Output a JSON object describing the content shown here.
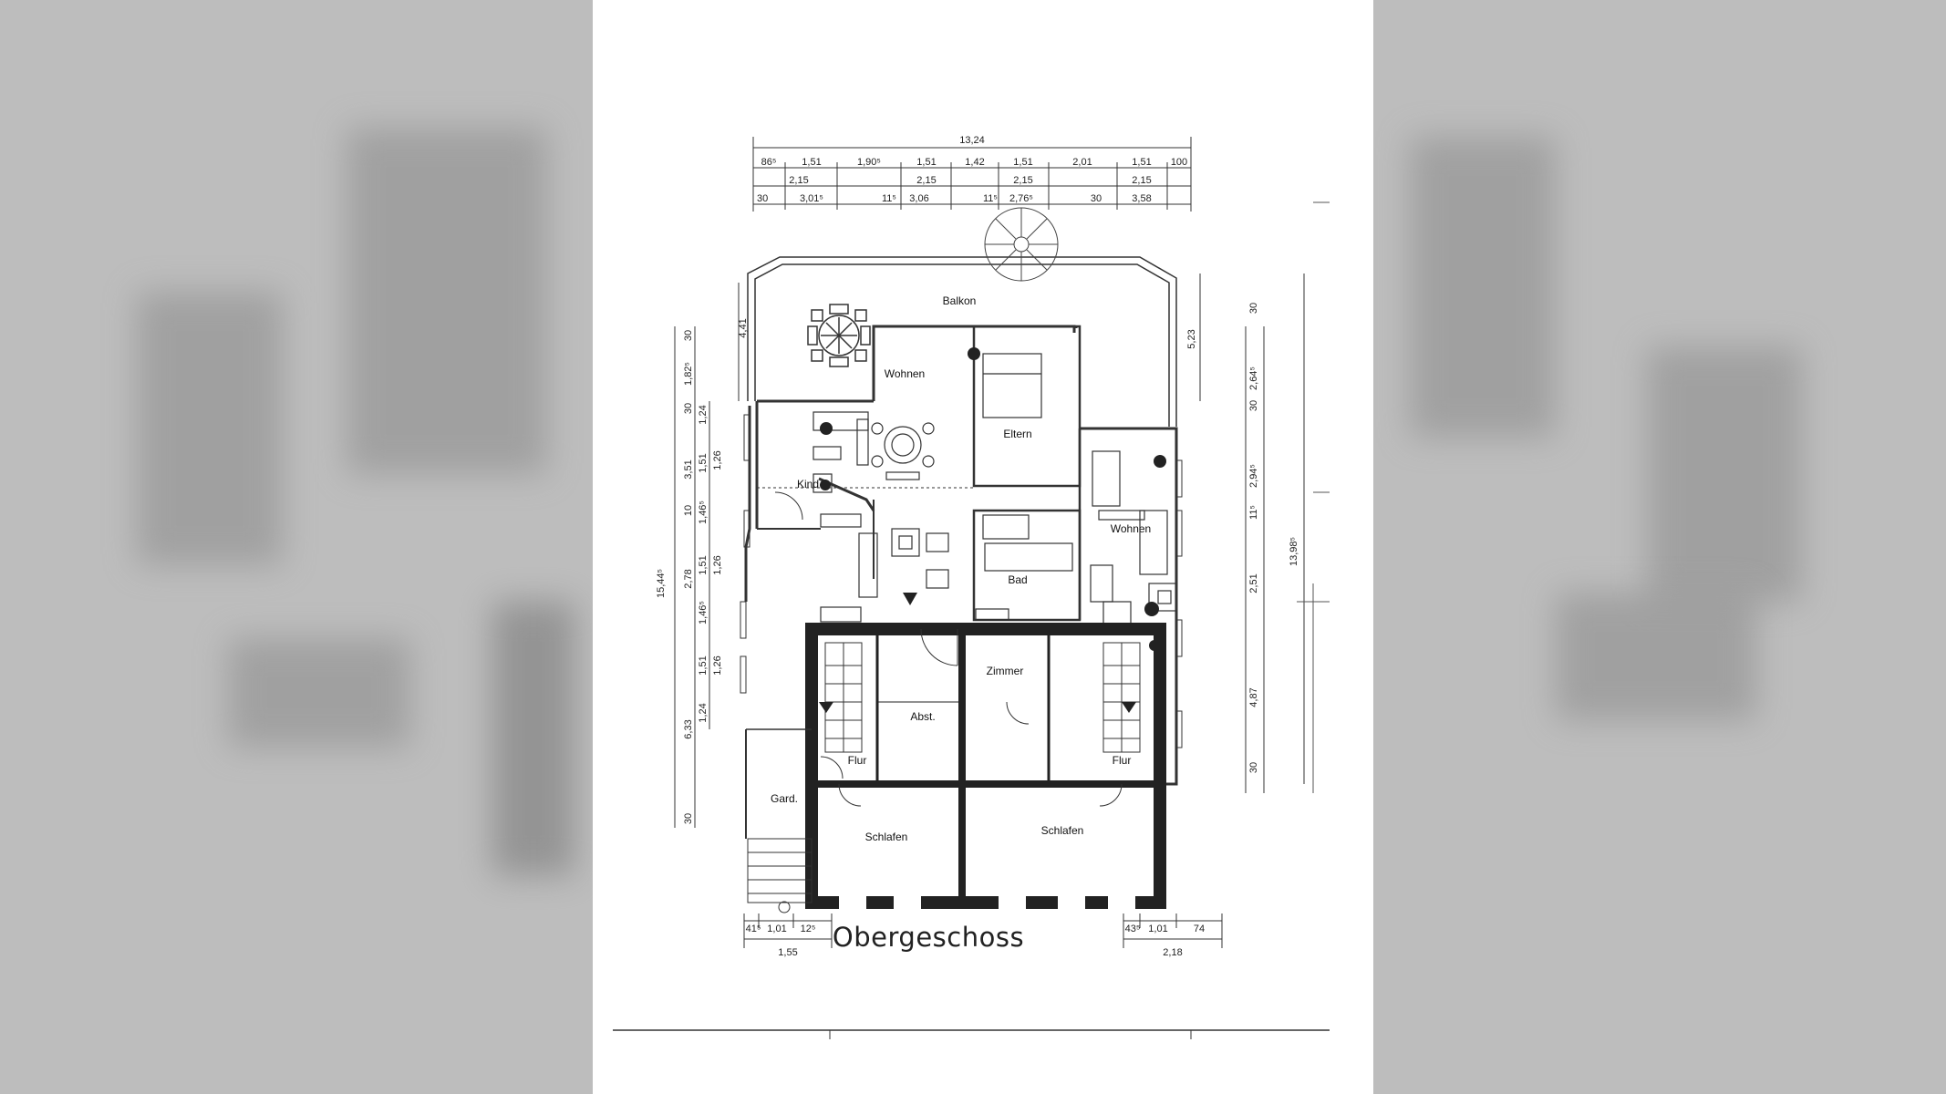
{
  "plan": {
    "title": "Obergeschoss",
    "rooms": {
      "balkon": "Balkon",
      "wohnen_1": "Wohnen",
      "eltern": "Eltern",
      "kind": "Kind",
      "wohnen_2": "Wohnen",
      "bad": "Bad",
      "zimmer": "Zimmer",
      "abst": "Abst.",
      "flur_1": "Flur",
      "flur_2": "Flur",
      "gard": "Gard.",
      "schlafen_1": "Schlafen",
      "schlafen_2": "Schlafen"
    },
    "dims_top": {
      "total": "13,24",
      "row1": [
        "86⁵",
        "1,51",
        "1,90⁵",
        "1,51",
        "1,42",
        "1,51",
        "2,01",
        "1,51",
        "100"
      ],
      "row2": [
        "2,15",
        "2,15",
        "2,15",
        "2,15"
      ],
      "row3": [
        "30",
        "3,01⁵",
        "11⁵",
        "3,06",
        "11⁵",
        "2,76⁵",
        "30",
        "3,58"
      ]
    },
    "dims_left": {
      "total": "15,44⁵",
      "outer": [
        "30",
        "1,82⁵",
        "30",
        "3,51",
        "10",
        "2,78",
        "6,33",
        "30"
      ],
      "inner": [
        "1,24",
        "1,51",
        "1,26",
        "1,46⁵",
        "1,51",
        "1,26",
        "1,46⁵",
        "1,51",
        "1,26",
        "1,24"
      ],
      "balcony": "4,41"
    },
    "dims_right": {
      "total": "13,98⁵",
      "outer": [
        "30",
        "2,64⁵",
        "30",
        "2,94⁵",
        "11⁵",
        "2,51",
        "4,87",
        "30"
      ],
      "balcony": "5,23"
    },
    "dims_bottom": {
      "left_row1": [
        "41⁵",
        "1,01",
        "12⁵"
      ],
      "left_row2": "1,55",
      "right_row1": [
        "43⁵",
        "1,01",
        "74"
      ],
      "right_row2": "2,18"
    }
  }
}
